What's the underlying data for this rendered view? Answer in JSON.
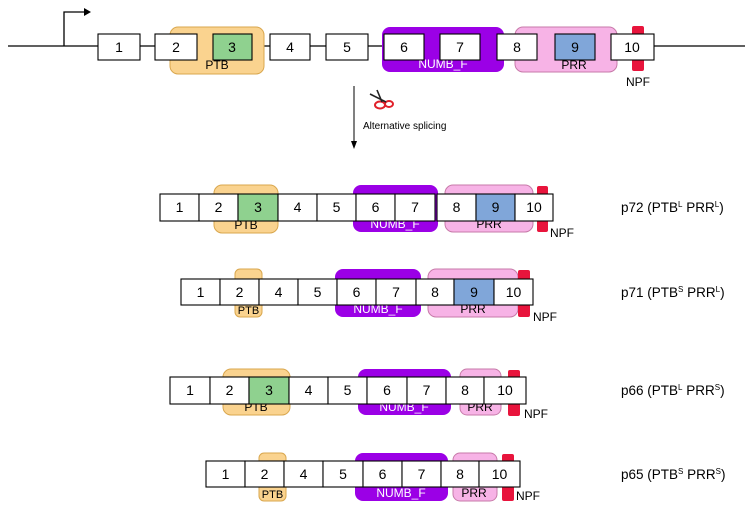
{
  "colors": {
    "ptb": "#fad38f",
    "ptb_stroke": "#d9a74e",
    "numb": "#9b00e6",
    "prr": "#f7b3e6",
    "prr_stroke": "#c77aa9",
    "npf": "#e8143c",
    "exon3": "#8fd18f",
    "exon9": "#80a6d9",
    "exon": "#ffffff",
    "scissors": "#e0202a"
  },
  "domains": {
    "ptb": "PTB",
    "numb": "NUMB_F",
    "prr": "PRR",
    "npf": "NPF"
  },
  "splicing": {
    "label": "Alternative splicing",
    "icon": "scissors-icon"
  },
  "transcript": {
    "promoter_icon": "promoter-arrow-icon",
    "exons": [
      "1",
      "2",
      "3",
      "4",
      "5",
      "6",
      "7",
      "8",
      "9",
      "10"
    ]
  },
  "isoforms": [
    {
      "name": "p72",
      "ptb": "PTB",
      "ptb_sup": "L",
      "prr": "PRR",
      "prr_sup": "L",
      "exons": [
        "1",
        "2",
        "3",
        "4",
        "5",
        "6",
        "7",
        "8",
        "9",
        "10"
      ]
    },
    {
      "name": "p71",
      "ptb": "PTB",
      "ptb_sup": "S",
      "prr": "PRR",
      "prr_sup": "L",
      "exons": [
        "1",
        "2",
        "4",
        "5",
        "6",
        "7",
        "8",
        "9",
        "10"
      ]
    },
    {
      "name": "p66",
      "ptb": "PTB",
      "ptb_sup": "L",
      "prr": "PRR",
      "prr_sup": "S",
      "exons": [
        "1",
        "2",
        "3",
        "4",
        "5",
        "6",
        "7",
        "8",
        "10"
      ]
    },
    {
      "name": "p65",
      "ptb": "PTB",
      "ptb_sup": "S",
      "prr": "PRR",
      "prr_sup": "S",
      "exons": [
        "1",
        "2",
        "4",
        "5",
        "6",
        "7",
        "8",
        "10"
      ]
    }
  ]
}
